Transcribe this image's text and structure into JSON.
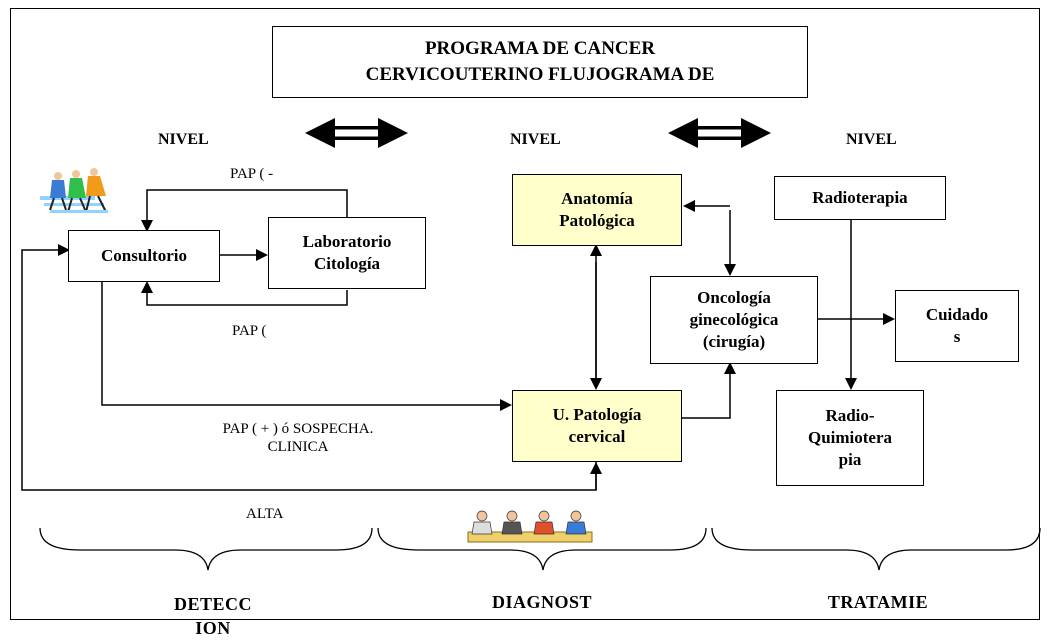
{
  "title": {
    "line1": "PROGRAMA DE CANCER",
    "line2": "CERVICOUTERINO FLUJOGRAMA DE"
  },
  "levels": {
    "left": "NIVEL",
    "middle": "NIVEL",
    "right": "NIVEL"
  },
  "nodes": {
    "consultorio": "Consultorio",
    "laboratorio_line1": "Laboratorio",
    "laboratorio_line2": "Citología",
    "anatomia_line1": "Anatomía",
    "anatomia_line2": "Patológica",
    "u_patologia_line1": "U. Patología",
    "u_patologia_line2": "cervical",
    "oncologia_line1": "Oncología",
    "oncologia_line2": "ginecológica",
    "oncologia_line3": "(cirugía)",
    "radioterapia": "Radioterapia",
    "cuidados_line1": "Cuidado",
    "cuidados_line2": "s",
    "radioquimio_line1": "Radio-",
    "radioquimio_line2": "Quimiotera",
    "radioquimio_line3": "pia"
  },
  "edge_labels": {
    "pap_neg": "PAP ( -",
    "pap_pos": "PAP (",
    "pap_sospecha_line1": "PAP ( + ) ó SOSPECHA.",
    "pap_sospecha_line2": "CLINICA",
    "alta": "ALTA"
  },
  "phases": {
    "deteccion_line1": "DETECC",
    "deteccion_line2": "ION",
    "diagnostico": "DIAGNOST",
    "tratamiento": "TRATAMIE"
  },
  "colors": {
    "highlight_box": "#ffffcc",
    "lines": "#000000"
  }
}
